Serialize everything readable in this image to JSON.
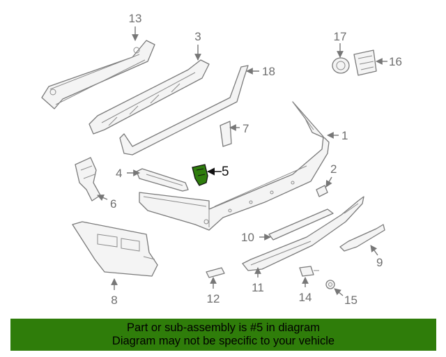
{
  "diagram": {
    "callouts": [
      "13",
      "3",
      "18",
      "17",
      "16",
      "1",
      "7",
      "4",
      "5",
      "2",
      "6",
      "10",
      "11",
      "9",
      "8",
      "12",
      "14",
      "15"
    ],
    "highlighted_part": "5",
    "highlight_color": "#2e7d0c"
  },
  "footer": {
    "line1": "Part or sub-assembly is #5 in diagram",
    "line2": "Diagram may not be specific to your vehicle",
    "background": "#2f7d0a"
  }
}
